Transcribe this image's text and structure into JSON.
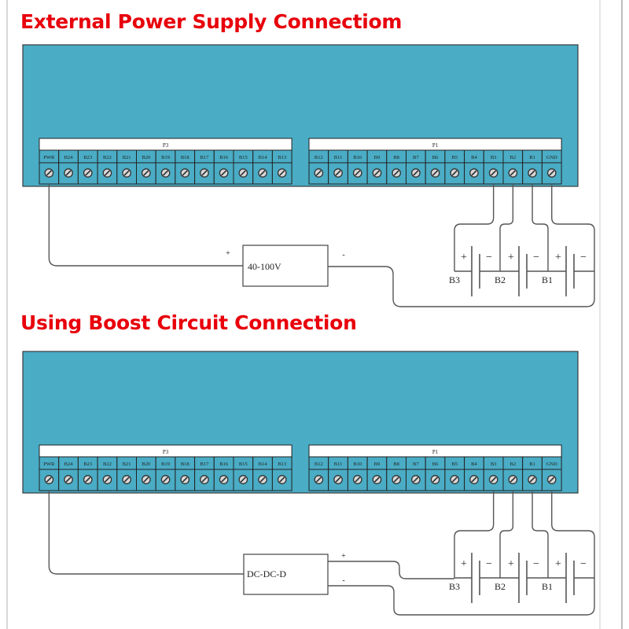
{
  "titles": {
    "external": "External Power Supply Connectiom",
    "boost": "Using Boost Circuit Connection"
  },
  "colors": {
    "title": "#e8000b",
    "board": "#4aacc5",
    "wire": "#555555"
  },
  "connectors": {
    "p3": {
      "label": "P3",
      "pins": [
        "PWR",
        "B24",
        "B23",
        "B22",
        "B21",
        "B20",
        "B19",
        "B18",
        "B17",
        "B16",
        "B15",
        "B14",
        "B13"
      ]
    },
    "p1": {
      "label": "P1",
      "pins": [
        "B12",
        "B11",
        "B10",
        "B9",
        "B8",
        "B7",
        "B6",
        "B5",
        "B4",
        "B3",
        "B2",
        "B1",
        "GND"
      ]
    }
  },
  "diagrams": [
    {
      "id": "external",
      "supply_label": "40-100V",
      "plus": "+",
      "minus": "-"
    },
    {
      "id": "boost",
      "supply_label": "DC-DC-D",
      "plus": "+",
      "minus": "-"
    }
  ],
  "batteries": [
    {
      "label": "B3",
      "plus": "+",
      "minus": "−"
    },
    {
      "label": "B2",
      "plus": "+",
      "minus": "−"
    },
    {
      "label": "B1",
      "plus": "+",
      "minus": "−"
    }
  ]
}
